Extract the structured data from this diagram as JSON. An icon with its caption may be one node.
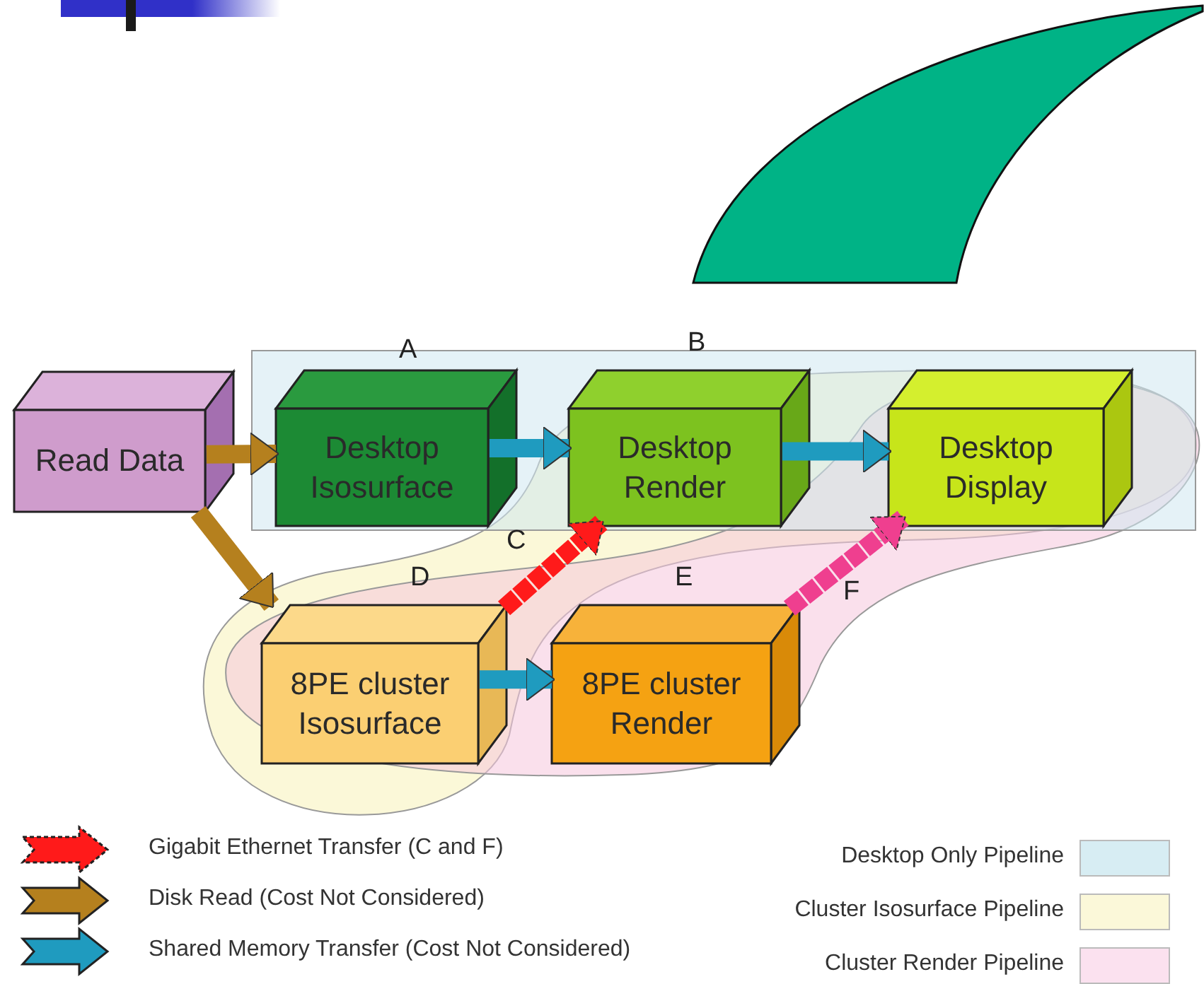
{
  "diagram": {
    "nodes": [
      {
        "text": [
          "Read Data"
        ]
      },
      {
        "text": [
          "Desktop Isosurface"
        ],
        "beside": [
          "A"
        ]
      },
      {
        "text": [
          "Desktop Render"
        ],
        "beside": [
          "B"
        ]
      },
      {
        "text": [
          "Desktop Display"
        ]
      },
      {
        "text": [
          "8PE cluster Isosurface"
        ],
        "beside": [
          "D"
        ]
      },
      {
        "text": [
          "8PE cluster Render"
        ],
        "beside": [
          "E"
        ]
      }
    ],
    "edges": [
      {
        "from": 0,
        "to": 1,
        "arrow": "to",
        "color": "#b5801e"
      },
      {
        "from": 0,
        "to": 4,
        "arrow": "to",
        "color": "#b5801e"
      },
      {
        "from": 1,
        "to": 2,
        "arrow": "to"
      },
      {
        "from": 2,
        "to": 3,
        "arrow": "to"
      },
      {
        "from": 4,
        "to": 5,
        "arrow": "to"
      },
      {
        "from": 4,
        "to": 2,
        "arrow": "to",
        "label": "C",
        "style": "dashed",
        "color": "#ff1a1a"
      },
      {
        "from": 5,
        "to": 3,
        "arrow": "to",
        "label": "F",
        "style": "dashed",
        "color": "#ef3f8f"
      }
    ],
    "legend": [
      {
        "text": "Gigabit Ethernet Transfer (C and F)"
      },
      {
        "text": "Disk Read (Cost Not Considered)"
      },
      {
        "text": "Shared Memory Transfer (Cost Not Considered)"
      },
      {
        "text": "Desktop Only Pipeline",
        "color": "#d7edf3"
      },
      {
        "text": "Cluster Isosurface Pipeline",
        "color": "#fbf8d9"
      },
      {
        "text": "Cluster Render Pipeline",
        "color": "#fbe1ef"
      }
    ]
  }
}
